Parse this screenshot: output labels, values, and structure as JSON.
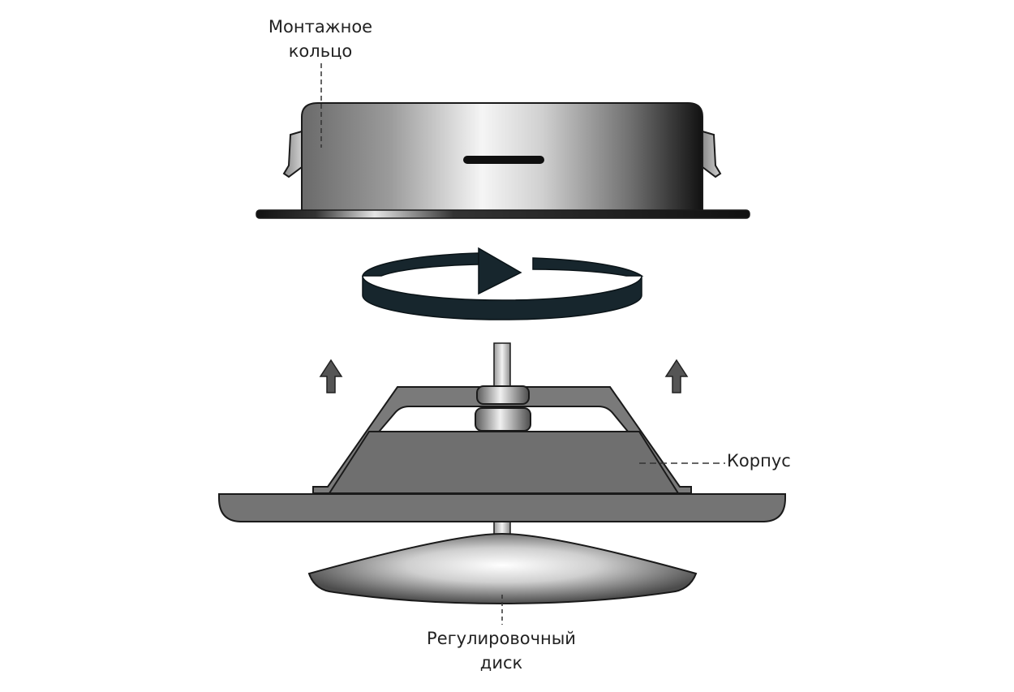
{
  "labels": {
    "mounting_ring": [
      "Монтажное",
      "кольцо"
    ],
    "body": "Корпус",
    "adjusting_disk": [
      "Регулировочный",
      "диск"
    ]
  },
  "colors": {
    "outline": "#1a1a1a",
    "rotation_arrow": "#17262d",
    "body_fill": "#6f6f6f",
    "lift_arrow": "#555555",
    "leader_line": "#333333"
  }
}
